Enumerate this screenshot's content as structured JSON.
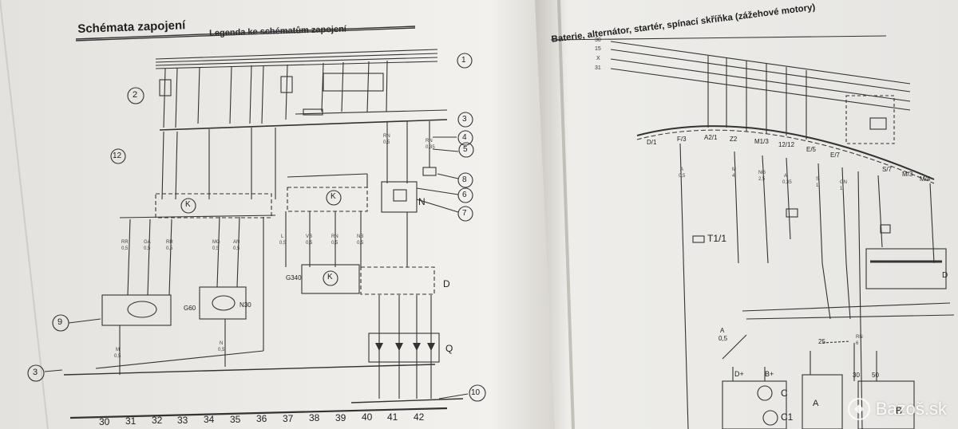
{
  "left_page": {
    "heading": "Schémata zapojení",
    "subheading": "Legenda ke schématům zapojení",
    "callouts": [
      "1",
      "2",
      "3",
      "4",
      "5",
      "6",
      "7",
      "8",
      "9",
      "10",
      "12"
    ],
    "bottom_numbers": [
      "30",
      "31",
      "32",
      "33",
      "34",
      "35",
      "36",
      "37",
      "38",
      "39",
      "40",
      "41",
      "42"
    ],
    "component_labels": {
      "k1": "K",
      "k2": "K",
      "k3": "K",
      "n": "N",
      "d": "D",
      "q": "Q",
      "g340": "G340",
      "g60": "G60",
      "n30": "N30"
    }
  },
  "right_page": {
    "heading": "Baterie, alternátor, startér, spínací skříňka (zážehové motory)",
    "rail_labels": [
      "30",
      "15",
      "X",
      "31"
    ],
    "connector_labels": [
      "D/1",
      "F/3",
      "A2/1",
      "Z2",
      "M1/3",
      "12/12",
      "E/5",
      "E/7",
      "S/7",
      "M/3",
      "M/4"
    ],
    "labels": {
      "t1": "T1/1",
      "wire_a": "A",
      "wire_a_gauge": "0,5",
      "d_plus": "D+",
      "b_plus": "B+",
      "c": "C",
      "c1": "C1",
      "d": "D",
      "b": "B",
      "a": "A",
      "n25": "25",
      "n30": "30",
      "n50": "50"
    }
  },
  "watermark": {
    "text": "Bazoš.sk"
  }
}
